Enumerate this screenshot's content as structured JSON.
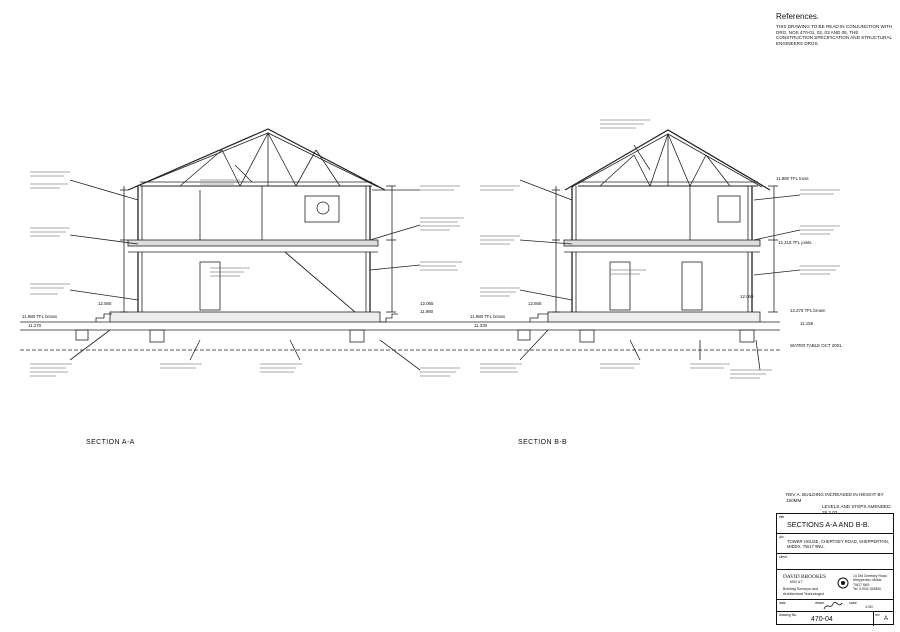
{
  "references": {
    "heading": "References.",
    "text": "This drawing to be read in conjunction with drg. Nos 470-01, 02, 03 and 05, the construction specification and structural engineers drgs."
  },
  "sections": {
    "a_label": "SECTION A-A",
    "b_label": "SECTION B-B"
  },
  "revision_note": {
    "line1": "REV A. BUILDING INCREASED IN HEIGHT BY 150mm",
    "line2": "LEVELS AND STEPS AMENDED. 28.2.02."
  },
  "levels_a": {
    "l1": "11.980 TFL brown",
    "l2": "11.270",
    "l3": "12.565",
    "l4": "12.065",
    "l5": "11.980"
  },
  "levels_b": {
    "l1": "11.980 TFL brown",
    "l2": "11.330",
    "l3": "12.565",
    "l4": "12.065",
    "l5": "12.275 TFL brown",
    "l6": "11.155",
    "water": "WATER TABLE OCT 2001.",
    "roof": "11.980 TFL truss",
    "portico": "12.215 TFL joists"
  },
  "title_block": {
    "title_label": "title",
    "title": "SECTIONS A-A AND B-B.",
    "job_label": "job",
    "job_line1": "TOWER HOUSE, CHERTSEY ROAD, SHEPPERTON,",
    "job_line2": "MIDDX. TW17 9NU.",
    "client_label": "client",
    "firm": "DAVID BROOKES",
    "firm_quals": "MBIAT",
    "firm_desc1": "Building Surveyor and",
    "firm_desc2": "Architectural Technologist",
    "firm_addr1": "14 Old Chertsey Road,",
    "firm_addr2": "Shepperton, Middx.",
    "firm_addr3": "TW17 8AS",
    "firm_tel": "Tel. 01932 263806",
    "date_label": "date",
    "scale_label": "scale",
    "scale": "1:50",
    "drawn_label": "drawn",
    "drawing_no_label": "drawing No.",
    "drawing_no": "470-04",
    "rev_label": "rev",
    "rev": "A"
  }
}
